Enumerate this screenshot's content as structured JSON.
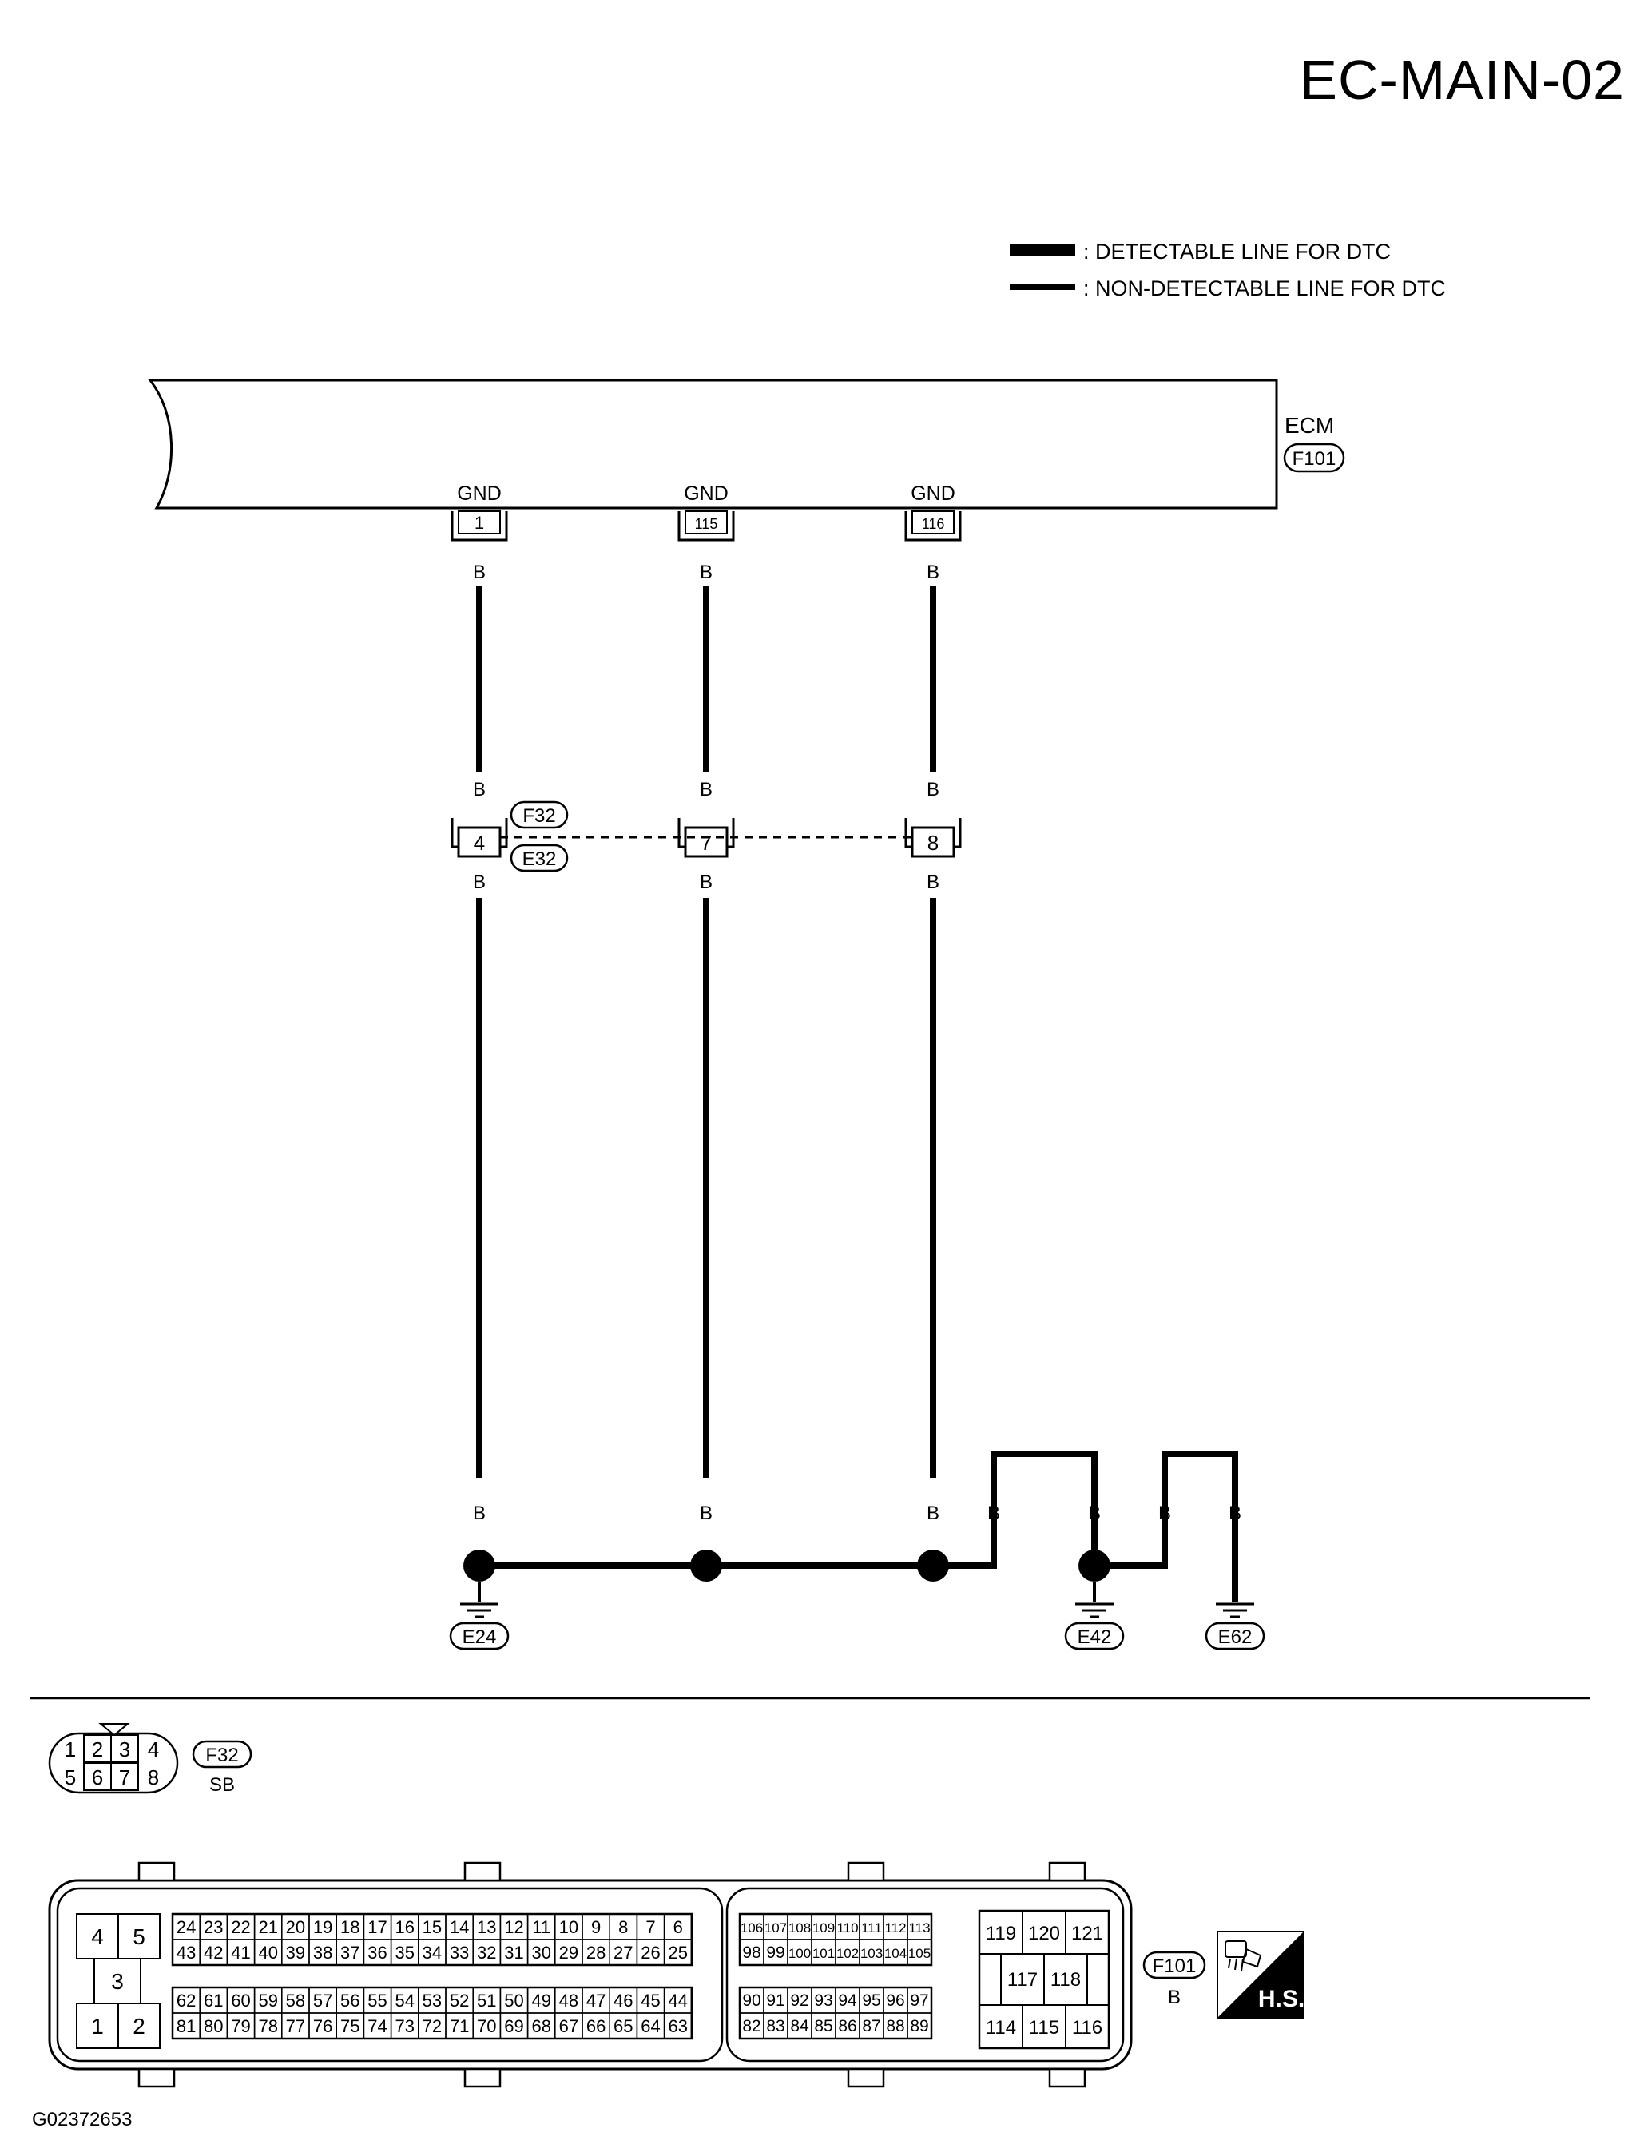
{
  "header": {
    "title": "EC-MAIN-02"
  },
  "legend": {
    "detectable": ": DETECTABLE LINE FOR DTC",
    "non_detectable": ": NON-DETECTABLE LINE FOR DTC"
  },
  "ecm": {
    "label": "ECM",
    "connector": "F101",
    "terminals": [
      {
        "label": "GND",
        "pin": "1"
      },
      {
        "label": "GND",
        "pin": "115"
      },
      {
        "label": "GND",
        "pin": "116"
      }
    ]
  },
  "wire_color": "B",
  "joint_connector": {
    "top": "F32",
    "bottom": "E32",
    "pins": [
      "4",
      "7",
      "8"
    ]
  },
  "grounds": [
    "E24",
    "E42",
    "E62"
  ],
  "connector_f32": {
    "id": "F32",
    "color": "SB",
    "rows": [
      [
        "1",
        "2",
        "3",
        "4"
      ],
      [
        "5",
        "6",
        "7",
        "8"
      ]
    ]
  },
  "connector_f101": {
    "id": "F101",
    "color": "B",
    "left_block": [
      "4",
      "5",
      "3",
      "1",
      "2"
    ],
    "middle_rows": [
      [
        "24",
        "23",
        "22",
        "21",
        "20",
        "19",
        "18",
        "17",
        "16",
        "15",
        "14",
        "13",
        "12",
        "11",
        "10",
        "9",
        "8",
        "7",
        "6"
      ],
      [
        "43",
        "42",
        "41",
        "40",
        "39",
        "38",
        "37",
        "36",
        "35",
        "34",
        "33",
        "32",
        "31",
        "30",
        "29",
        "28",
        "27",
        "26",
        "25"
      ],
      [
        "62",
        "61",
        "60",
        "59",
        "58",
        "57",
        "56",
        "55",
        "54",
        "53",
        "52",
        "51",
        "50",
        "49",
        "48",
        "47",
        "46",
        "45",
        "44"
      ],
      [
        "81",
        "80",
        "79",
        "78",
        "77",
        "76",
        "75",
        "74",
        "73",
        "72",
        "71",
        "70",
        "69",
        "68",
        "67",
        "66",
        "65",
        "64",
        "63"
      ]
    ],
    "right_rows": [
      [
        "106",
        "107",
        "108",
        "109",
        "110",
        "111",
        "112",
        "113"
      ],
      [
        "98",
        "99",
        "100",
        "101",
        "102",
        "103",
        "104",
        "105"
      ],
      [
        "90",
        "91",
        "92",
        "93",
        "94",
        "95",
        "96",
        "97"
      ],
      [
        "82",
        "83",
        "84",
        "85",
        "86",
        "87",
        "88",
        "89"
      ]
    ],
    "big_block": {
      "top": [
        "119",
        "120",
        "121"
      ],
      "mid": [
        "117",
        "118"
      ],
      "bottom": [
        "114",
        "115",
        "116"
      ]
    }
  },
  "hs_badge": "H.S.",
  "diagram_code": "G02372653"
}
